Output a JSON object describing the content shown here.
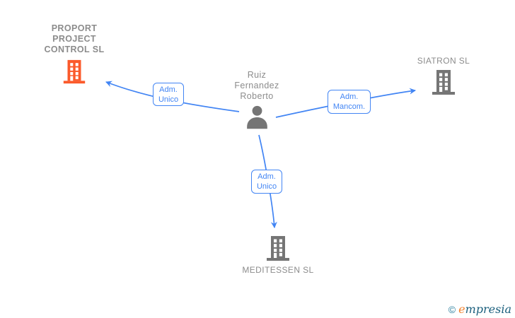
{
  "diagram": {
    "type": "corporate-relationship-graph",
    "person": {
      "name": "Ruiz Fernandez Roberto",
      "name_lines": [
        "Ruiz",
        "Fernandez",
        "Roberto"
      ]
    },
    "companies": [
      {
        "id": "proport",
        "name": "PROPORT PROJECT CONTROL SL",
        "name_lines": [
          "PROPORT",
          "PROJECT",
          "CONTROL SL"
        ],
        "highlighted": true
      },
      {
        "id": "siatron",
        "name": "SIATRON SL"
      },
      {
        "id": "meditessen",
        "name": "MEDITESSEN SL"
      }
    ],
    "edges": [
      {
        "from": "Ruiz Fernandez Roberto",
        "to": "PROPORT PROJECT CONTROL SL",
        "label": "Adm. Unico",
        "label_lines": [
          "Adm.",
          "Unico"
        ]
      },
      {
        "from": "Ruiz Fernandez Roberto",
        "to": "SIATRON SL",
        "label": "Adm. Mancom.",
        "label_lines": [
          "Adm.",
          "Mancom."
        ]
      },
      {
        "from": "Ruiz Fernandez Roberto",
        "to": "MEDITESSEN SL",
        "label": "Adm. Unico",
        "label_lines": [
          "Adm.",
          "Unico"
        ]
      }
    ]
  },
  "watermark": {
    "copyright": "©",
    "brand_initial": "e",
    "brand_rest": "mpresia"
  },
  "colors": {
    "edge_blue": "#4285f4",
    "text_gray": "#8c8c8c",
    "icon_gray": "#757575",
    "highlight_orange": "#fb5a2b",
    "watermark_teal": "#2a7f9e",
    "watermark_dark": "#1b5f7d",
    "watermark_orange": "#f28430"
  }
}
